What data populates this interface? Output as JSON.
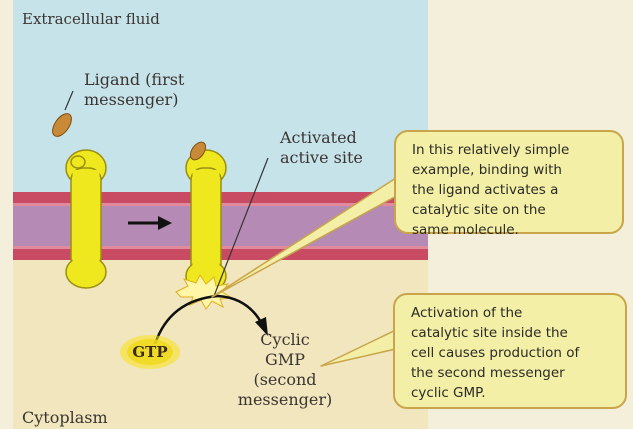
{
  "labels": {
    "extracellular": "Extracellular fluid",
    "ligand": "Ligand (first\nmessenger)",
    "activated_site": "Activated\nactive site",
    "cytoplasm": "Cytoplasm",
    "cgmp": "Cyclic\nGMP\n(second\nmessenger)",
    "gtp": "GTP"
  },
  "callouts": {
    "top": "In this relatively simple\nexample, binding with\nthe ligand activates a\ncatalytic site on the\nsame molecule.",
    "bottom": "Activation of the\ncatalytic site inside the\ncell causes production of\nthe second messenger\ncyclic GMP."
  },
  "colors": {
    "extracellular_bg": "#c7e3ea",
    "cytoplasm_bg": "#f1e6bd",
    "outer_bg": "#f4efda",
    "membrane_outer": "#c94a63",
    "membrane_inner": "#b58ab5",
    "receptor": "#f0e81e",
    "ligand": "#c88a36",
    "callout_fill": "#f3efa6",
    "callout_border": "#c8a54a"
  },
  "icons": [
    "arrow-right-icon",
    "reaction-arrow-icon",
    "activation-burst-icon"
  ]
}
